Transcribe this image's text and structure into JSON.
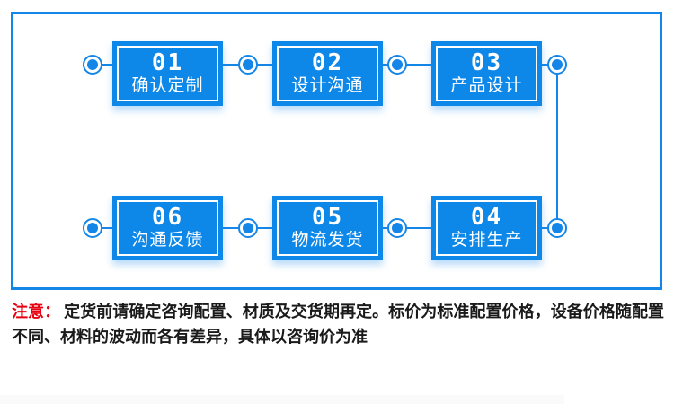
{
  "flow": {
    "rows": [
      {
        "steps": [
          {
            "number": "01",
            "label": "确认定制"
          },
          {
            "number": "02",
            "label": "设计沟通"
          },
          {
            "number": "03",
            "label": "产品设计"
          }
        ]
      },
      {
        "steps": [
          {
            "number": "06",
            "label": "沟通反馈"
          },
          {
            "number": "05",
            "label": "物流发货"
          },
          {
            "number": "04",
            "label": "安排生产"
          }
        ]
      }
    ]
  },
  "note": {
    "prefix": "注意：",
    "text": "定货前请确定咨询配置、材质及交货期再定。标价为标准配置价格，设备价格随配置不同、材料的波动而各有差异，具体以咨询价为准"
  },
  "colors": {
    "box_blue": "#0d87e8",
    "line_blue": "#1486e8",
    "notice_red": "#e60012",
    "text_black": "#1a1a1a"
  }
}
